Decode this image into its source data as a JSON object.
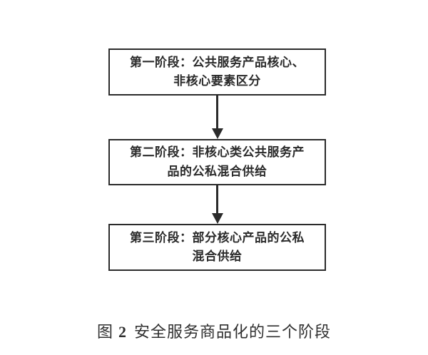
{
  "figure": {
    "colors": {
      "background": "#ffffff",
      "ink": "#2b2b2b"
    },
    "stages": [
      {
        "line1": "第一阶段：公共服务产品核心、",
        "line2": "非核心要素区分"
      },
      {
        "line1": "第二阶段：非核心类公共服务产",
        "line2": "品的公私混合供给"
      },
      {
        "line1": "第三阶段：部分核心产品的公私",
        "line2": "混合供给"
      }
    ],
    "caption": {
      "label": "图",
      "number": "2",
      "title": "安全服务商品化的三个阶段"
    }
  }
}
